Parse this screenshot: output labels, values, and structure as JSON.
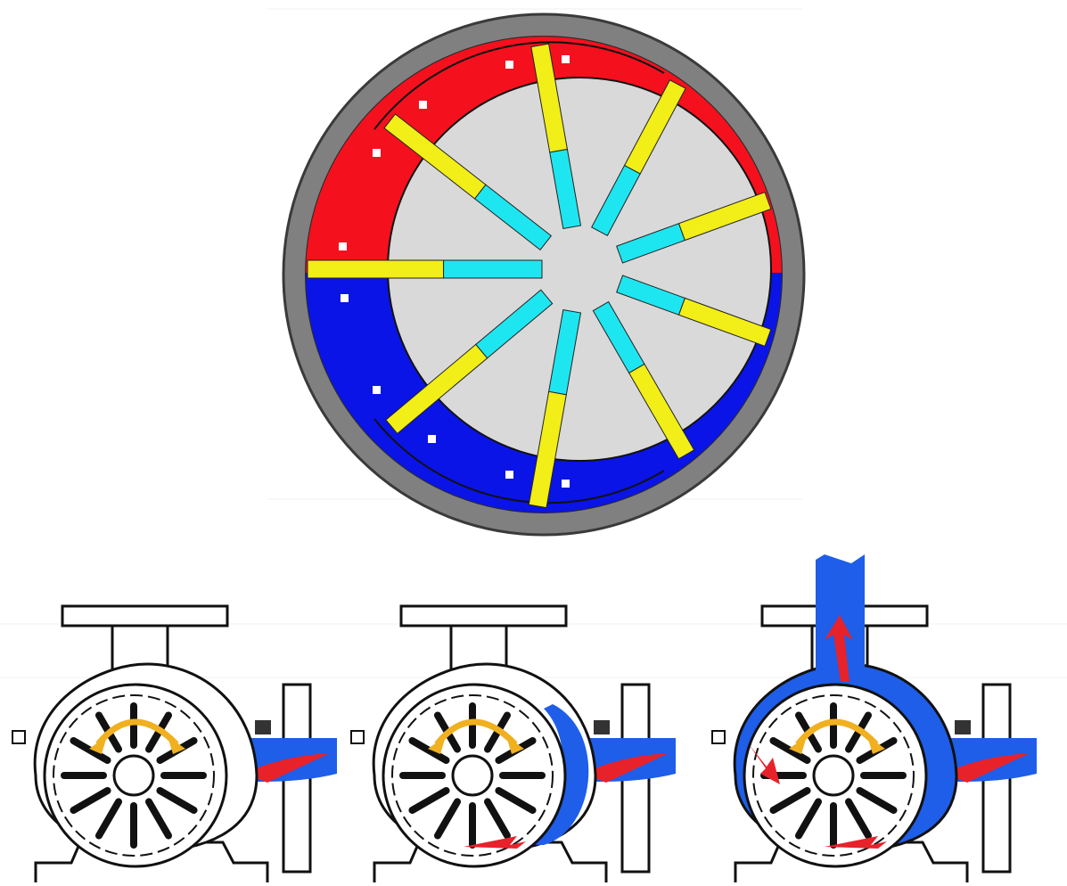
{
  "colors": {
    "background": "#ffffff",
    "casing": "#808080",
    "casing_outline": "#3a3a3a",
    "rotor_hub": "#d9d9d9",
    "inlet_fluid": "#f5101e",
    "outlet_fluid": "#0a14e6",
    "vane": "#f2ee17",
    "vane_inner": "#1ee6f0",
    "liquid_ring_blue": "#1e5ee8",
    "flow_arrow_red": "#e8222a",
    "rotation_arrow": "#f0b020",
    "line": "#111111"
  },
  "icons": {
    "main_rotor": "liquid-ring-rotor-cross-section",
    "pump_stages": [
      "pump-stage-empty-icon",
      "pump-stage-filling-icon",
      "pump-stage-full-icon"
    ],
    "rotation": "curved-double-arrow-icon",
    "flow": "flow-arrow-icon"
  },
  "pump_stages": [
    {
      "id": "stage-1",
      "liquid_fill": 0.25
    },
    {
      "id": "stage-2",
      "liquid_fill": 0.6
    },
    {
      "id": "stage-3",
      "liquid_fill": 1.0
    }
  ]
}
